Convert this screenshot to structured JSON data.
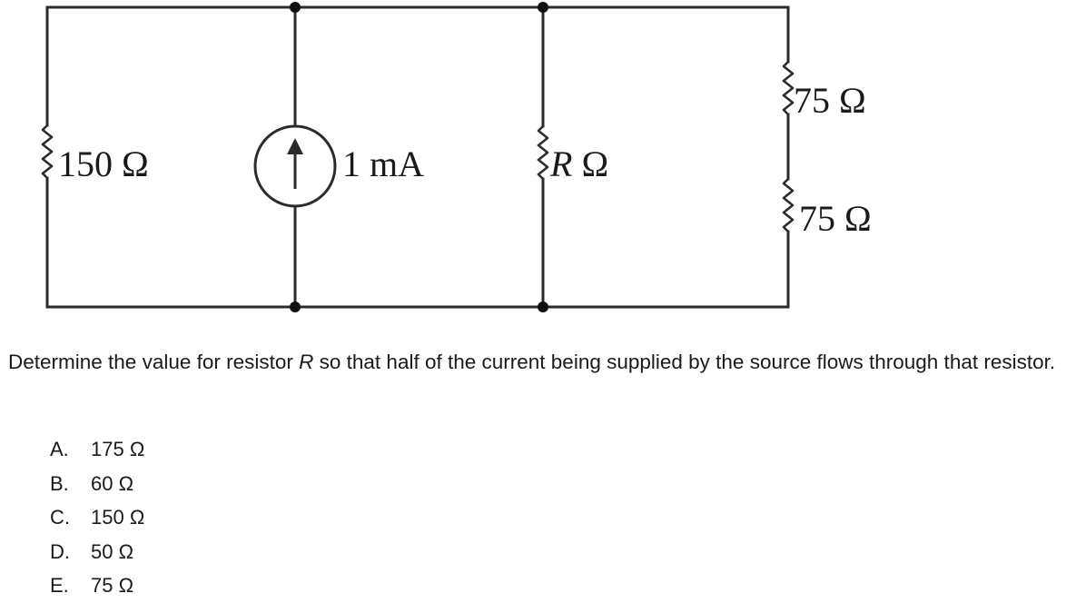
{
  "circuit": {
    "left_resistor_label": "150 Ω",
    "source_label": "1 mA",
    "middle_resistor_value": "R",
    "middle_resistor_unit": " Ω",
    "right_top_resistor_label": "75 Ω",
    "right_bottom_resistor_label": "75 Ω",
    "source_type": "current-source-arrow-up"
  },
  "question": {
    "text_before": "Determine the value for resistor ",
    "variable": "R",
    "text_after": " so that half of the current being supplied by the source flows through that resistor."
  },
  "choices": [
    {
      "letter": "A.",
      "value": "175 Ω"
    },
    {
      "letter": "B.",
      "value": "60 Ω"
    },
    {
      "letter": "C.",
      "value": "150 Ω"
    },
    {
      "letter": "D.",
      "value": "50 Ω"
    },
    {
      "letter": "E.",
      "value": "75 Ω"
    }
  ],
  "colors": {
    "wire": "#2b2b2b",
    "text": "#1a1a1a",
    "background": "#ffffff"
  }
}
